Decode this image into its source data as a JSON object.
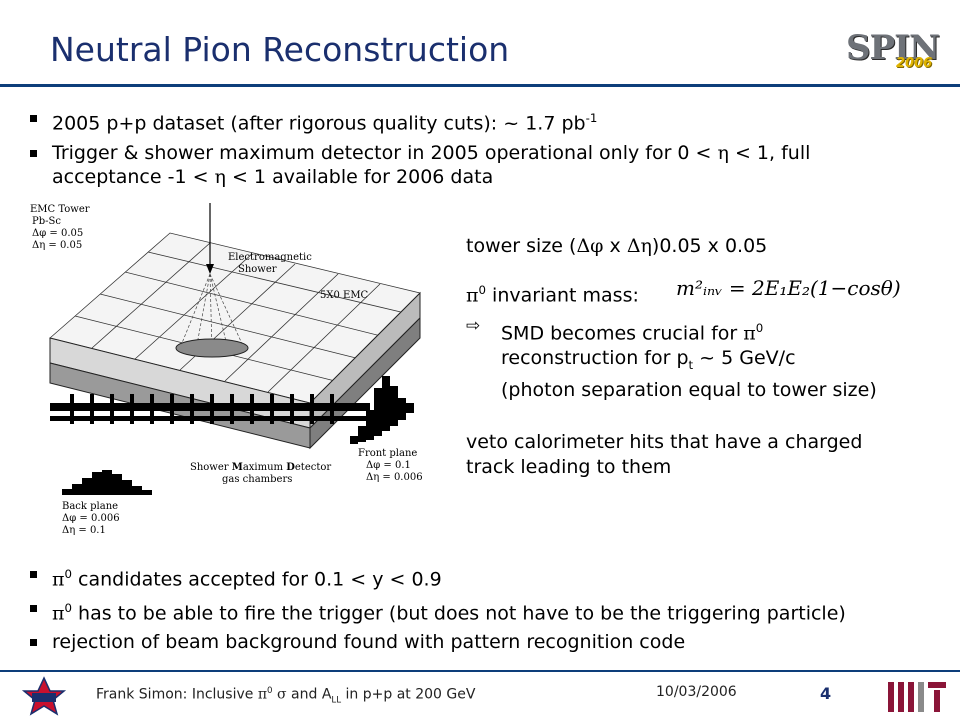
{
  "slide": {
    "title": "Neutral Pion Reconstruction",
    "logo_text": "SPIN",
    "logo_year": "2006"
  },
  "bullets_top": [
    {
      "pre": "2005 p+p dataset (after rigorous quality cuts): ~ 1.7 pb",
      "sup": "-1"
    },
    {
      "line1_a": "Trigger & shower maximum detector in 2005 operational only for 0 < ",
      "line1_sym": "η",
      "line1_b": " < 1, full",
      "line2_a": "acceptance -1 < ",
      "line2_sym": "η",
      "line2_b": " < 1 available for 2006 data"
    }
  ],
  "right_panel": {
    "tower_a": "tower size (",
    "tower_dphi": "Δφ",
    "tower_x": " x ",
    "tower_deta": "Δη",
    "tower_b": ")0.05 x 0.05",
    "pi0": "π",
    "pi0_sup": "0",
    "inv_mass": " invariant mass:",
    "formula": "m²ᵢₙᵥ = 2E₁E₂(1−cosθ)",
    "arrow": "⇨",
    "smd_a": "SMD becomes crucial for ",
    "smd_line2_a": "reconstruction for p",
    "smd_line2_sub": "t",
    "smd_line2_b": " ~ 5 GeV/c",
    "smd_line3": "(photon separation equal to tower size)",
    "veto1": "veto calorimeter hits that have a charged",
    "veto2": "track leading to them"
  },
  "diagram": {
    "emc_tower": "EMC Tower",
    "pbsc": "Pb-Sc",
    "dphi_005": "Δφ = 0.05",
    "deta_005": "Δη = 0.05",
    "em_shower1": "Electromagnetic",
    "em_shower2": "Shower",
    "emc5x0": "5X0 EMC",
    "front_plane": "Front plane",
    "front_dphi": "Δφ = 0.1",
    "front_deta": "Δη = 0.006",
    "smd1_a": "Shower ",
    "smd1_b": "M",
    "smd1_c": "aximum ",
    "smd1_d": "D",
    "smd1_e": "etector",
    "smd2": "gas chambers",
    "back_plane": "Back plane",
    "back_dphi": "Δφ = 0.006",
    "back_deta": "Δη = 0.1"
  },
  "bullets_bottom": [
    {
      "sym": "π",
      "sup": "0",
      "text": " candidates accepted for 0.1 < y < 0.9"
    },
    {
      "sym": "π",
      "sup": "0",
      "text": " has to be able to fire the trigger (but does not have to be the triggering particle)"
    },
    {
      "text": "rejection of beam background found with pattern recognition code"
    }
  ],
  "footer": {
    "author_a": "Frank Simon: Inclusive ",
    "pi": "π",
    "pi_sup": "0",
    "sigma": " σ",
    "author_b": " and A",
    "all_sub": "LL",
    "author_c": " in p+p at 200 GeV",
    "date": "10/03/2006",
    "page": "4"
  },
  "colors": {
    "title": "#1a2f6e",
    "rule": "#0d3e7a"
  }
}
